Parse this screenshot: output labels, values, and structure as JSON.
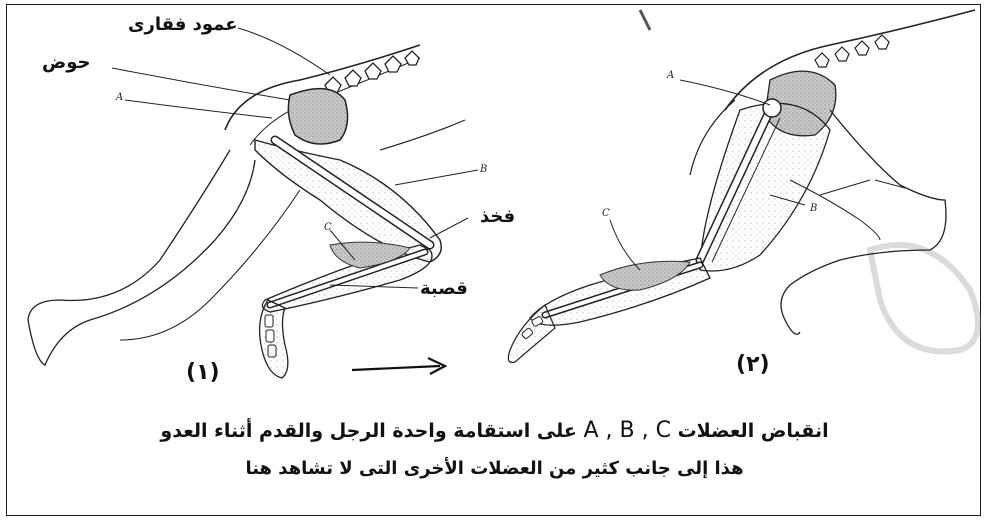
{
  "labels": {
    "spine": "عمود فقارى",
    "pelvis": "حوض",
    "femur": "فخذ",
    "shin": "قصبة"
  },
  "figure1": {
    "number": "(١)",
    "muscle_a": "A",
    "muscle_b": "B",
    "muscle_c": "C"
  },
  "figure2": {
    "number": "(٢)",
    "muscle_a": "A",
    "muscle_b": "B",
    "muscle_c": "C"
  },
  "caption": {
    "line1_start": "انقباض العضلات",
    "line1_letters": "A , B , C",
    "line1_end": "على استقامة واحدة الرجل والقدم أثناء العدو",
    "line2": "هذا إلى جانب كثير من العضلات الأخرى التى لا تشاهد هنا"
  }
}
